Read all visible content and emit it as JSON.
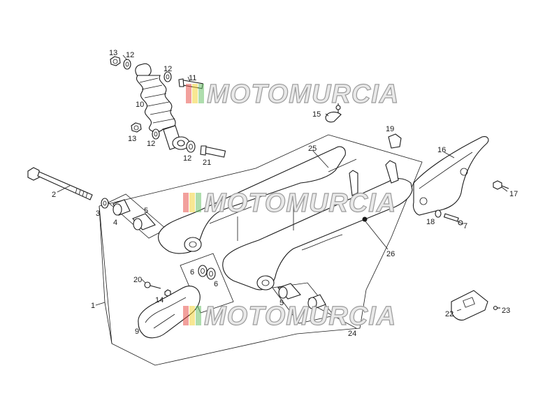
{
  "diagram": {
    "callouts": [
      {
        "id": "n13a",
        "text": "13"
      },
      {
        "id": "n12a",
        "text": "12"
      },
      {
        "id": "n12b",
        "text": "12"
      },
      {
        "id": "n11",
        "text": "11"
      },
      {
        "id": "n10",
        "text": "10"
      },
      {
        "id": "n13b",
        "text": "13"
      },
      {
        "id": "n12c",
        "text": "12"
      },
      {
        "id": "n12d",
        "text": "12"
      },
      {
        "id": "n21",
        "text": "21"
      },
      {
        "id": "n15",
        "text": "15"
      },
      {
        "id": "n19",
        "text": "19"
      },
      {
        "id": "n25",
        "text": "25"
      },
      {
        "id": "n16",
        "text": "16"
      },
      {
        "id": "n17",
        "text": "17"
      },
      {
        "id": "n2",
        "text": "2"
      },
      {
        "id": "n3",
        "text": "3"
      },
      {
        "id": "n4",
        "text": "4"
      },
      {
        "id": "n5a",
        "text": "5"
      },
      {
        "id": "n18",
        "text": "18"
      },
      {
        "id": "n7",
        "text": "7"
      },
      {
        "id": "n26",
        "text": "26"
      },
      {
        "id": "n1",
        "text": "1"
      },
      {
        "id": "n6a",
        "text": "6"
      },
      {
        "id": "n6b",
        "text": "6"
      },
      {
        "id": "n20",
        "text": "20"
      },
      {
        "id": "n14",
        "text": "14"
      },
      {
        "id": "n5b",
        "text": "5"
      },
      {
        "id": "n9",
        "text": "9"
      },
      {
        "id": "n24",
        "text": "24"
      },
      {
        "id": "n22",
        "text": "22"
      },
      {
        "id": "n23",
        "text": "23"
      }
    ],
    "watermark_text": "MOTOMURCIA",
    "colors": {
      "line": "#1a1a1a",
      "watermark_fill": "#e9e9e9",
      "watermark_stroke": "#9c9c9c",
      "flag_red": "#e8524a",
      "flag_yellow": "#f2d43a",
      "flag_green": "#6cc16a"
    }
  }
}
